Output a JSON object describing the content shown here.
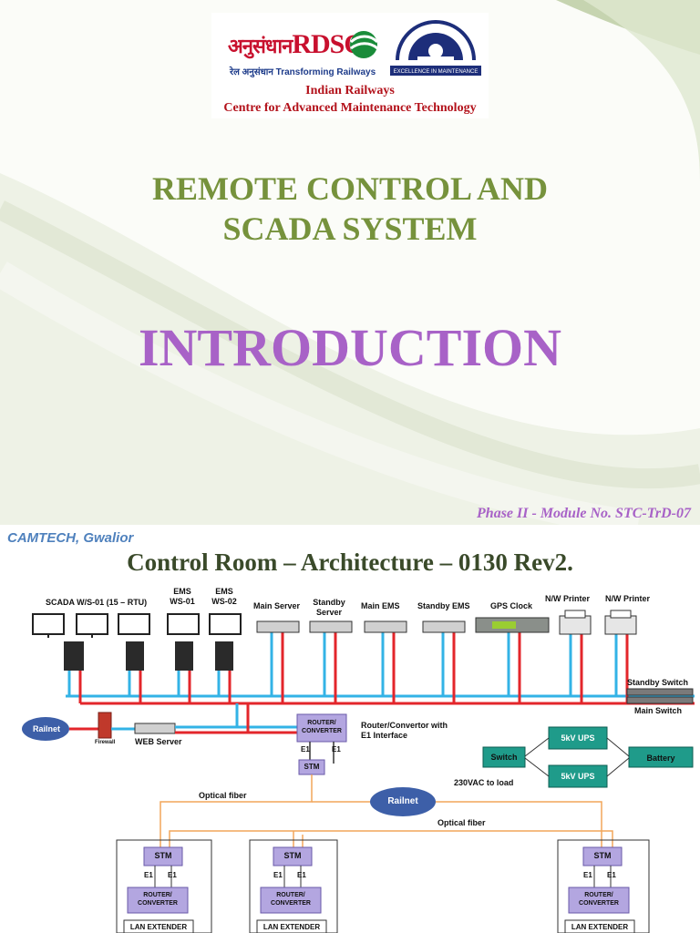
{
  "slide1": {
    "logo": {
      "brand_hindi": "अनुसंधान",
      "brand": "RDSO",
      "tagline": "रेल अनुसंधान Transforming Railways",
      "seal_text": "EXCELLENCE IN MAINTENANCE",
      "line1": "Indian Railways",
      "line2": "Centre for Advanced Maintenance Technology"
    },
    "title_line1": "REMOTE CONTROL AND",
    "title_line2": "SCADA SYSTEM",
    "subtitle": "INTRODUCTION",
    "module": "Phase II - Module No. STC-TrD-07"
  },
  "slide2": {
    "org": "CAMTECH, Gwalior",
    "title": "Control Room – Architecture – 0130 Rev2.",
    "labels": {
      "scada_ws": "SCADA W/S-01 (15 – RTU)",
      "ems_ws01": "EMS\nWS-01",
      "ems_ws02": "EMS\nWS-02",
      "main_server": "Main Server",
      "standby_server": "Standby\nServer",
      "main_ems": "Main EMS",
      "standby_ems": "Standby EMS",
      "gps_clock": "GPS Clock",
      "nw_printer1": "N/W Printer",
      "nw_printer2": "N/W Printer",
      "standby_switch": "Standby Switch",
      "main_switch": "Main Switch",
      "railnet_left": "Railnet",
      "firewall": "Firewall",
      "web_server": "WEB Server",
      "router_top": "ROUTER/\nCONVERTER",
      "router_desc": "Router/Convertor with\nE1 Interface",
      "e1": "E1",
      "stm": "STM",
      "ups1": "5kV UPS",
      "ups2": "5kV UPS",
      "switch": "Switch",
      "battery": "Battery",
      "ac_load": "230VAC to load",
      "optical_fiber1": "Optical fiber",
      "optical_fiber2": "Optical fiber",
      "railnet_center": "Railnet",
      "router_bottom": "ROUTER/\nCONVERTER",
      "lan_extender": "LAN EXTENDER"
    }
  },
  "colors": {
    "title_green": "#76923c",
    "intro_purple": "#a862c7",
    "red_line": "#e3262b",
    "blue_line": "#33b3e6",
    "fiber_orange": "#f2a65a",
    "ups_teal": "#1f9b8a",
    "stm_lavender": "#b3a6e0"
  }
}
